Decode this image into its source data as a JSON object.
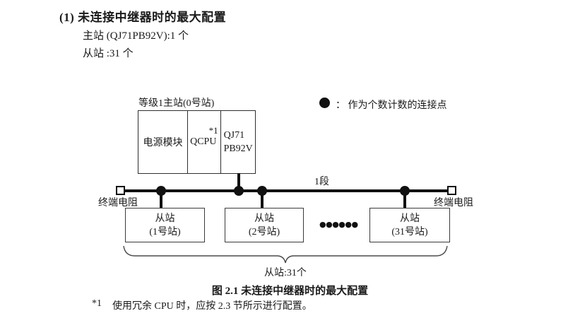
{
  "header": {
    "title": "(1) 未连接中继器时的最大配置",
    "master_spec": "主站 (QJ71PB92V):1 个",
    "slave_spec": "从站 :31 个"
  },
  "diagram": {
    "master": {
      "label": "等级1主站(0号站)",
      "cell_power": "电源模块",
      "cell_cpu": "QCPU",
      "cell_cpu_note": "*1",
      "cell_pb_line1": "QJ71",
      "cell_pb_line2": "PB92V"
    },
    "legend": {
      "text": "：  作为个数计数的连接点"
    },
    "segment_label": "1段",
    "terminator_left": "终端电阻",
    "terminator_right": "终端电阻",
    "slaves": [
      {
        "line1": "从站",
        "line2": "(1号站)"
      },
      {
        "line1": "从站",
        "line2": "(2号站)"
      },
      {
        "line1": "从站",
        "line2": "(31号站)"
      }
    ],
    "ellipsis": "●●●●●●",
    "brace_label": "从站:31个"
  },
  "caption": "图 2.1 未连接中继器时的最大配置",
  "footnote": {
    "marker": "*1",
    "text": "使用冗余 CPU 时，应按 2.3 节所示进行配置。"
  },
  "colors": {
    "text": "#1a1a1a",
    "line": "#111111",
    "box_border": "#3a3a3a"
  }
}
